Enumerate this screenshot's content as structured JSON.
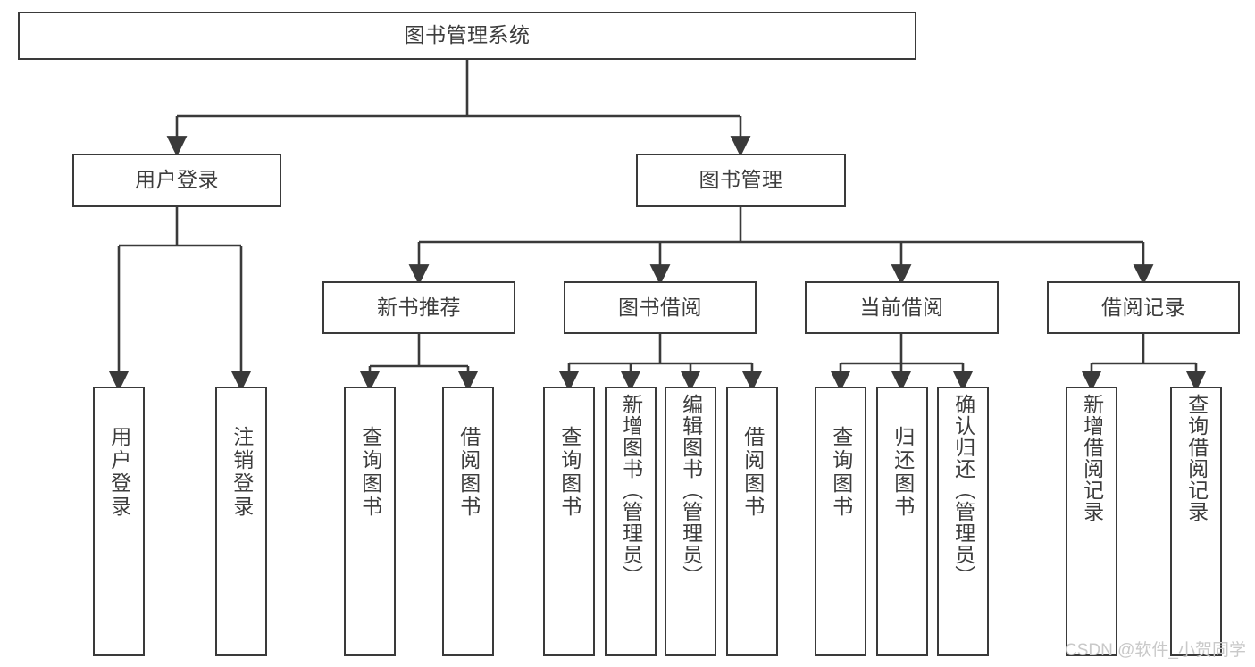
{
  "diagram": {
    "title_text": "图书管理系统",
    "type": "tree-hierarchy-chart",
    "accent_color": "#3a3a3a",
    "text_color": "#3d3d3d",
    "background_color": "#ffffff",
    "root": {
      "label": "图书管理系统"
    },
    "level2": [
      {
        "label": "用户登录"
      },
      {
        "label": "图书管理"
      }
    ],
    "level3": [
      {
        "label": "新书推荐"
      },
      {
        "label": "图书借阅"
      },
      {
        "label": "当前借阅"
      },
      {
        "label": "借阅记录"
      }
    ],
    "leaves": {
      "user_login": [
        {
          "label": "用户登录"
        },
        {
          "label": "注销登录"
        }
      ],
      "new_book_recommend": [
        {
          "label": "查询图书"
        },
        {
          "label": "借阅图书"
        }
      ],
      "book_borrow": [
        {
          "label": "查询图书"
        },
        {
          "label": "新增图书（管理员）"
        },
        {
          "label": "编辑图书（管理员）"
        },
        {
          "label": "借阅图书"
        }
      ],
      "current_borrow": [
        {
          "label": "查询图书"
        },
        {
          "label": "归还图书"
        },
        {
          "label": "确认归还（管理员）"
        }
      ],
      "borrow_record": [
        {
          "label": "新增借阅记录"
        },
        {
          "label": "查询借阅记录"
        }
      ]
    }
  },
  "watermark": {
    "text": "CSDN @软件_小贺同学"
  }
}
